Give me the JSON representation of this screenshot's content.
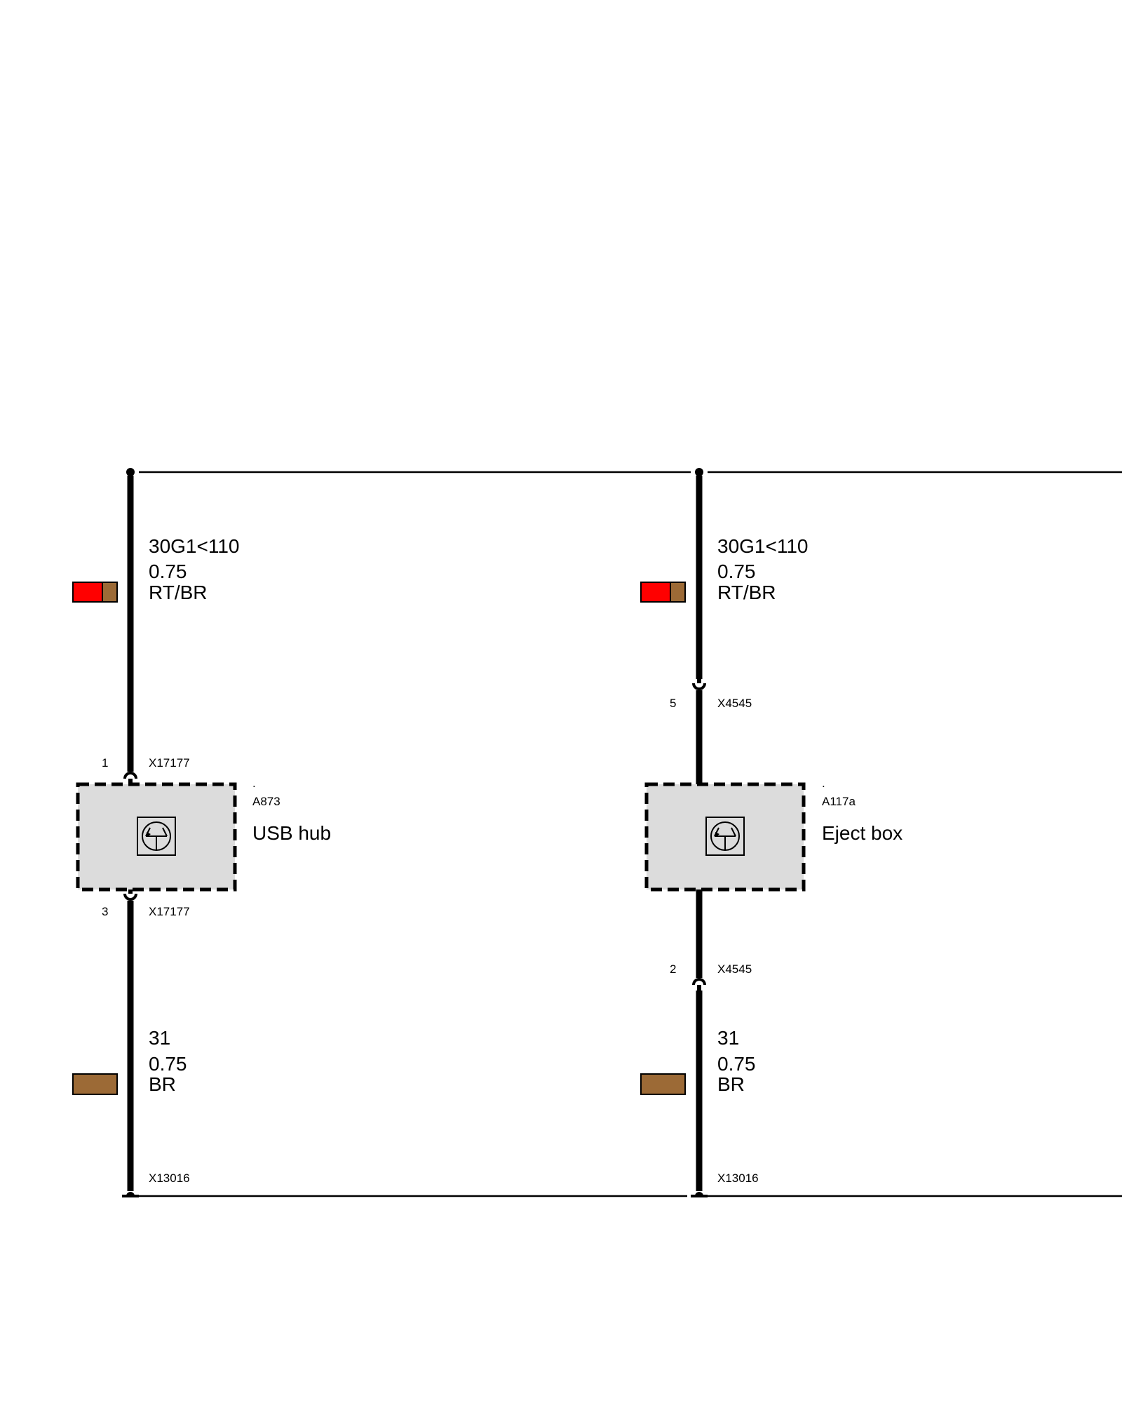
{
  "colors": {
    "wire": "#000000",
    "module_fill": "#dcdcdc",
    "red": "#ff0000",
    "brown": "#9c6a36"
  },
  "modules": [
    {
      "id": "A873",
      "dot": ".",
      "name": "USB hub",
      "icon": "transistor-icon",
      "upper_wire": {
        "circuit": "30G1<110",
        "gauge": "0.75",
        "color_code": "RT/BR",
        "swatch": [
          "red",
          "brown"
        ]
      },
      "lower_wire": {
        "circuit": "31",
        "gauge": "0.75",
        "color_code": "BR",
        "swatch": [
          "brown"
        ]
      },
      "top_connector": {
        "pin": "1",
        "name": "X17177"
      },
      "bottom_connector": {
        "pin": "3",
        "name": "X17177"
      },
      "ground_connector": {
        "name": "X13016"
      }
    },
    {
      "id": "A117a",
      "dot": ".",
      "name": "Eject box",
      "icon": "transistor-icon",
      "upper_wire": {
        "circuit": "30G1<110",
        "gauge": "0.75",
        "color_code": "RT/BR",
        "swatch": [
          "red",
          "brown"
        ]
      },
      "lower_wire": {
        "circuit": "31",
        "gauge": "0.75",
        "color_code": "BR",
        "swatch": [
          "brown"
        ]
      },
      "top_connector": {
        "pin": "5",
        "name": "X4545"
      },
      "bottom_connector": {
        "pin": "2",
        "name": "X4545"
      },
      "ground_connector": {
        "name": "X13016"
      }
    }
  ]
}
